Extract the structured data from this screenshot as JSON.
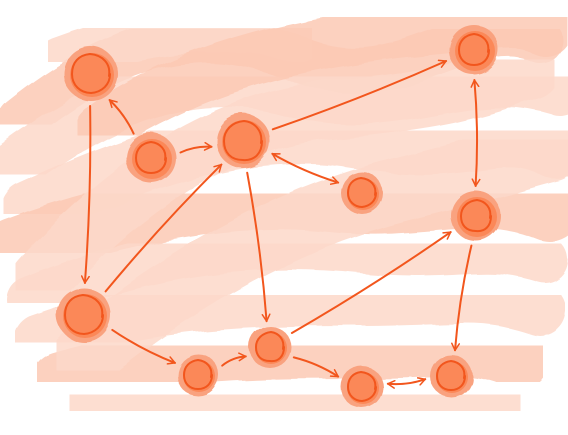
{
  "diagram": {
    "style": "hand-drawn sketch",
    "colors": {
      "background_wash": "#fdd9ca",
      "wash_mid": "#fcc9b4",
      "node_halo": "#f9a27f",
      "node_fill": "#fb8858",
      "stroke": "#f2561d"
    },
    "nodes": [
      {
        "id": "n1",
        "size": "large"
      },
      {
        "id": "n2",
        "size": "medium"
      },
      {
        "id": "n3",
        "size": "large"
      },
      {
        "id": "n4",
        "size": "small"
      },
      {
        "id": "n5",
        "size": "medium"
      },
      {
        "id": "n6",
        "size": "medium"
      },
      {
        "id": "n7",
        "size": "large"
      },
      {
        "id": "n8",
        "size": "small"
      },
      {
        "id": "n9",
        "size": "small"
      },
      {
        "id": "n10",
        "size": "small"
      },
      {
        "id": "n11",
        "size": "small"
      }
    ],
    "edges": [
      {
        "from": "n1",
        "to": "n7",
        "direction": "forward"
      },
      {
        "from": "n2",
        "to": "n1",
        "direction": "forward"
      },
      {
        "from": "n2",
        "to": "n3",
        "direction": "forward"
      },
      {
        "from": "n3",
        "to": "n4",
        "direction": "both"
      },
      {
        "from": "n3",
        "to": "n9",
        "direction": "forward"
      },
      {
        "from": "n3",
        "to": "n5",
        "direction": "forward"
      },
      {
        "from": "n5",
        "to": "n6",
        "direction": "both"
      },
      {
        "from": "n6",
        "to": "n11",
        "direction": "forward"
      },
      {
        "from": "n7",
        "to": "n3",
        "direction": "forward"
      },
      {
        "from": "n7",
        "to": "n8",
        "direction": "forward"
      },
      {
        "from": "n8",
        "to": "n9",
        "direction": "forward"
      },
      {
        "from": "n9",
        "to": "n6",
        "direction": "forward"
      },
      {
        "from": "n9",
        "to": "n10",
        "direction": "forward"
      },
      {
        "from": "n10",
        "to": "n11",
        "direction": "both"
      }
    ]
  }
}
